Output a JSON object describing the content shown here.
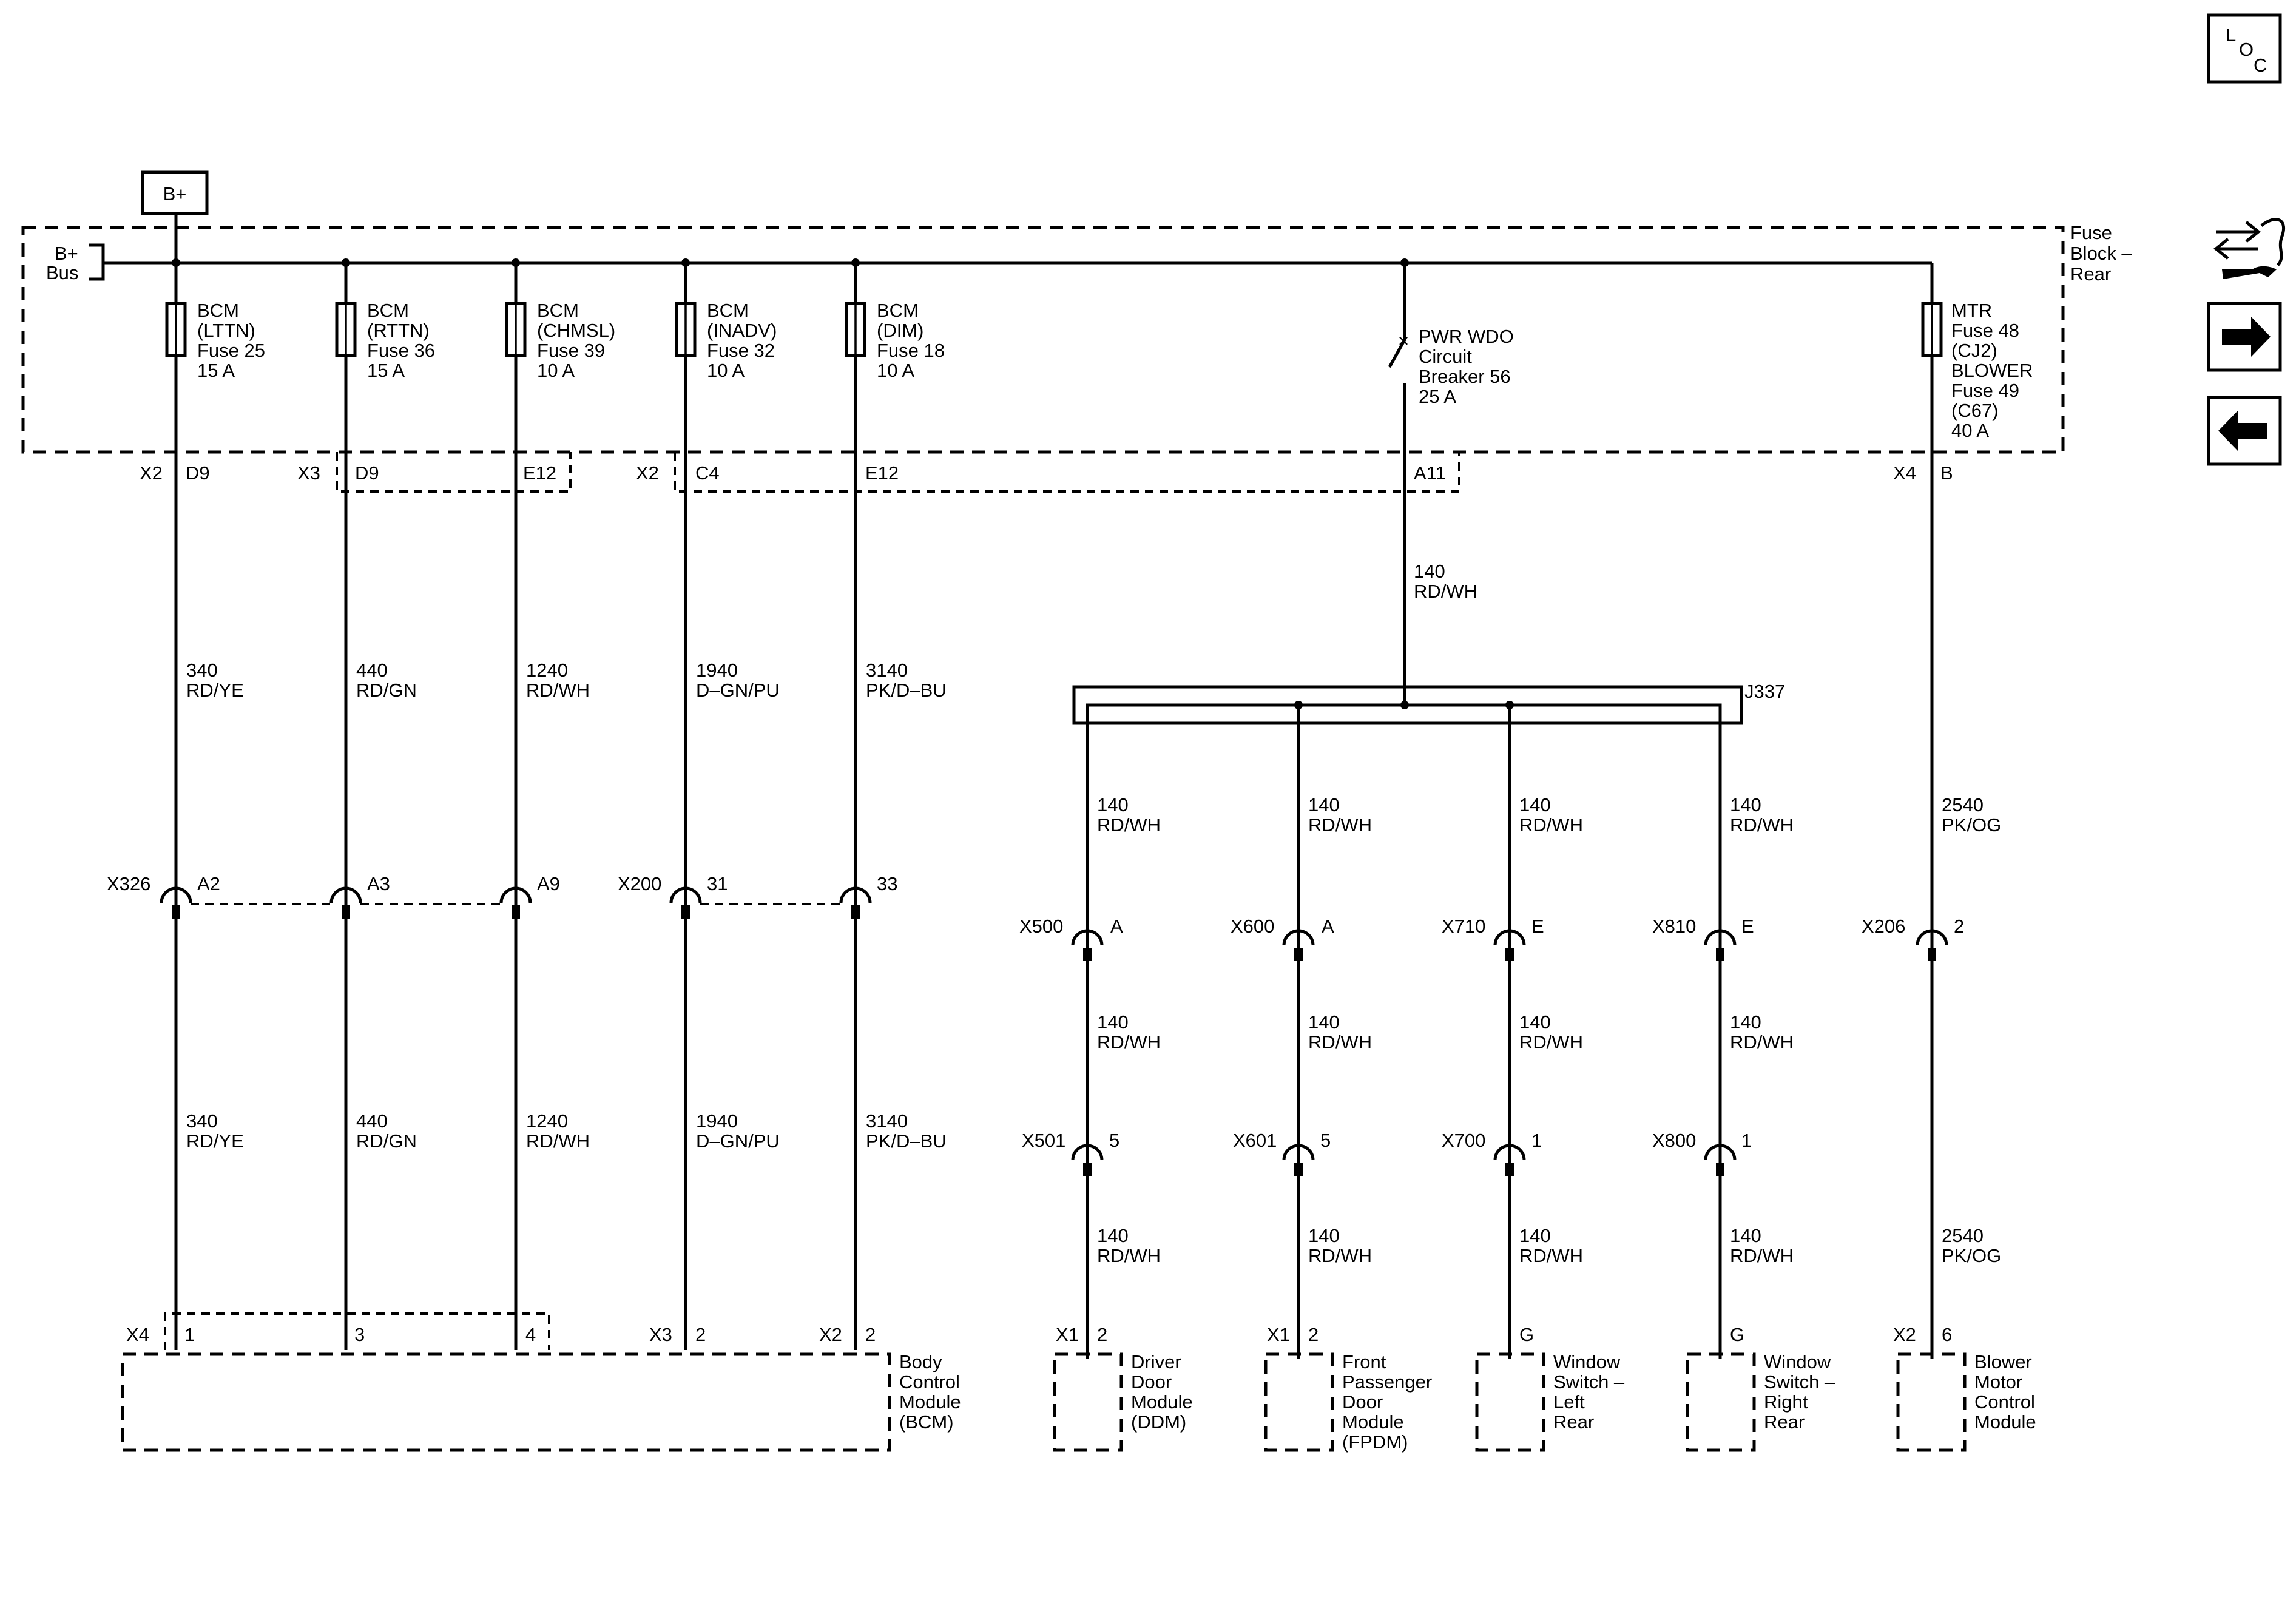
{
  "header": {
    "bplus_box": "B+",
    "bus_label": [
      "B+",
      "Bus"
    ],
    "fuse_block_label": [
      "Fuse",
      "Block –",
      "Rear"
    ]
  },
  "side_nav": {
    "loc": [
      "L",
      "O",
      "C"
    ]
  },
  "fuses": [
    [
      "BCM",
      "(LTTN)",
      "Fuse 25",
      "15 A"
    ],
    [
      "BCM",
      "(RTTN)",
      "Fuse 36",
      "15 A"
    ],
    [
      "BCM",
      "(CHMSL)",
      "Fuse 39",
      "10 A"
    ],
    [
      "BCM",
      "(INADV)",
      "Fuse 32",
      "10 A"
    ],
    [
      "BCM",
      "(DIM)",
      "Fuse 18",
      "10 A"
    ],
    [
      "MTR",
      "Fuse 48",
      "(CJ2)",
      "BLOWER",
      "Fuse 49",
      "(C67)",
      "40 A"
    ]
  ],
  "breaker": [
    "PWR WDO",
    "Circuit",
    "Breaker 56",
    "25 A"
  ],
  "fuse_block_pins": [
    {
      "conn": "X2",
      "pin": "D9"
    },
    {
      "conn": "X3",
      "pin": "D9"
    },
    {
      "conn": "",
      "pin": "E12"
    },
    {
      "conn": "X2",
      "pin": "C4"
    },
    {
      "conn": "",
      "pin": "E12"
    },
    {
      "conn": "",
      "pin": "A11"
    },
    {
      "conn": "X4",
      "pin": "B"
    }
  ],
  "wires_upper": [
    [
      "340",
      "RD/YE"
    ],
    [
      "440",
      "RD/GN"
    ],
    [
      "1240",
      "RD/WH"
    ],
    [
      "1940",
      "D–GN/PU"
    ],
    [
      "3140",
      "PK/D–BU"
    ],
    [
      "140",
      "RD/WH"
    ],
    [
      "2540",
      "PK/OG"
    ]
  ],
  "splice": "J337",
  "inline_connectors_left": [
    {
      "conn": "X326",
      "pin": "A2"
    },
    {
      "conn": "",
      "pin": "A3"
    },
    {
      "conn": "",
      "pin": "A9"
    },
    {
      "conn": "X200",
      "pin": "31"
    },
    {
      "conn": "",
      "pin": "33"
    }
  ],
  "wires_lower_left": [
    [
      "340",
      "RD/YE"
    ],
    [
      "440",
      "RD/GN"
    ],
    [
      "1240",
      "RD/WH"
    ],
    [
      "1940",
      "D–GN/PU"
    ],
    [
      "3140",
      "PK/D–BU"
    ]
  ],
  "branches": [
    {
      "wire1": [
        "140",
        "RD/WH"
      ],
      "conn1": "X500",
      "pin1": "A",
      "wire2": [
        "140",
        "RD/WH"
      ],
      "conn2": "X501",
      "pin2": "5",
      "wire3": [
        "140",
        "RD/WH"
      ],
      "mconn": "X1",
      "mpin": "2",
      "module": [
        "Driver",
        "Door",
        "Module",
        "(DDM)"
      ]
    },
    {
      "wire1": [
        "140",
        "RD/WH"
      ],
      "conn1": "X600",
      "pin1": "A",
      "wire2": [
        "140",
        "RD/WH"
      ],
      "conn2": "X601",
      "pin2": "5",
      "wire3": [
        "140",
        "RD/WH"
      ],
      "mconn": "X1",
      "mpin": "2",
      "module": [
        "Front",
        "Passenger",
        "Door",
        "Module",
        "(FPDM)"
      ]
    },
    {
      "wire1": [
        "140",
        "RD/WH"
      ],
      "conn1": "X710",
      "pin1": "E",
      "wire2": [
        "140",
        "RD/WH"
      ],
      "conn2": "X700",
      "pin2": "1",
      "wire3": [
        "140",
        "RD/WH"
      ],
      "mconn": "",
      "mpin": "G",
      "module": [
        "Window",
        "Switch –",
        "Left",
        "Rear"
      ]
    },
    {
      "wire1": [
        "140",
        "RD/WH"
      ],
      "conn1": "X810",
      "pin1": "E",
      "wire2": [
        "140",
        "RD/WH"
      ],
      "conn2": "X800",
      "pin2": "1",
      "wire3": [
        "140",
        "RD/WH"
      ],
      "mconn": "",
      "mpin": "G",
      "module": [
        "Window",
        "Switch –",
        "Right",
        "Rear"
      ]
    }
  ],
  "blower": {
    "conn": "X206",
    "pin": "2",
    "wire": [
      "2540",
      "PK/OG"
    ],
    "mconn": "X2",
    "mpin": "6",
    "module": [
      "Blower",
      "Motor",
      "Control",
      "Module"
    ]
  },
  "bcm_pins": [
    {
      "conn": "X4",
      "pin": "1"
    },
    {
      "conn": "",
      "pin": "3"
    },
    {
      "conn": "",
      "pin": "4"
    },
    {
      "conn": "X3",
      "pin": "2"
    },
    {
      "conn": "X2",
      "pin": "2"
    }
  ],
  "bcm_module": [
    "Body",
    "Control",
    "Module",
    "(BCM)"
  ]
}
